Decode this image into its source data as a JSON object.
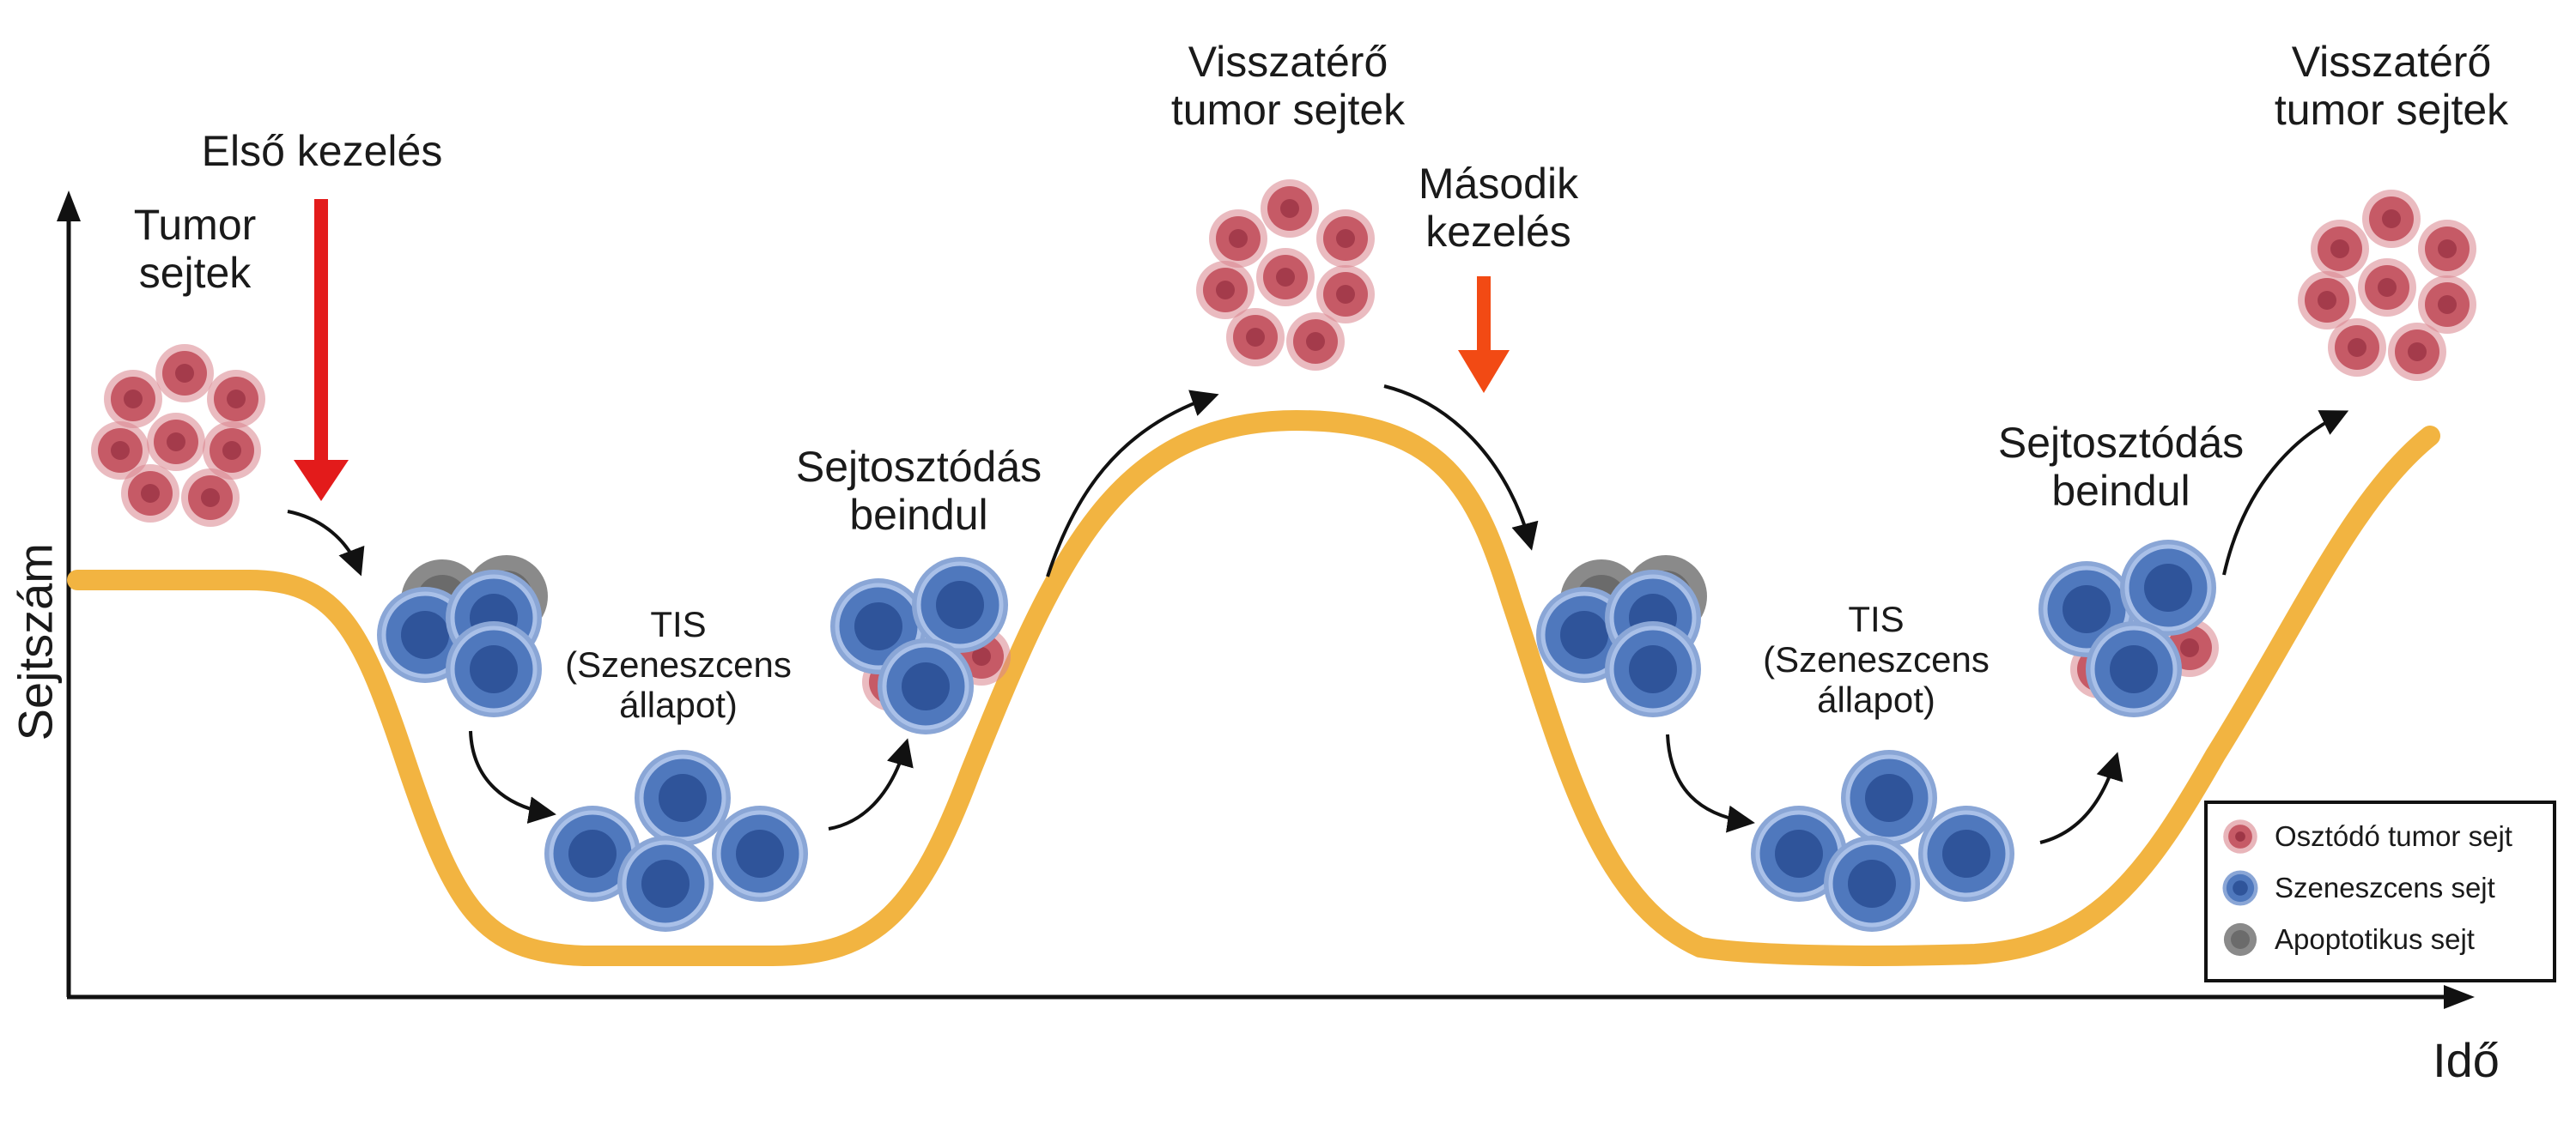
{
  "labels": {
    "y_axis": "Sejtszám",
    "x_axis": "Idő",
    "tumor_cells": "Tumor\nsejtek",
    "first_treatment": "Első kezelés",
    "second_treatment": "Második\nkezelés",
    "tis_1": "TIS\n(Szeneszcens\nállapot)",
    "tis_2": "TIS\n(Szeneszcens\nállapot)",
    "division_starts_1": "Sejtosztódás\nbeindul",
    "division_starts_2": "Sejtosztódás\nbeindul",
    "returning_1": "Visszatérő\ntumor sejtek",
    "returning_2": "Visszatérő\ntumor sejtek"
  },
  "legend": [
    {
      "label": "Osztódó tumor sejt",
      "icon": "dividing-tumor-cell-icon",
      "color": "#c65a66"
    },
    {
      "label": "Szeneszcens sejt",
      "icon": "senescent-cell-icon",
      "color": "#4a72b8"
    },
    {
      "label": "Apoptotikus sejt",
      "icon": "apoptotic-cell-icon",
      "color": "#7a7a7a"
    }
  ],
  "colors": {
    "curve": "#f2b441",
    "tumor": "#c65a66",
    "senescent": "#4a72b8",
    "apoptotic": "#7a7a7a",
    "first_treatment_arrow": "#e31b1b",
    "second_treatment_arrow": "#f24a14",
    "axis": "#111111"
  }
}
